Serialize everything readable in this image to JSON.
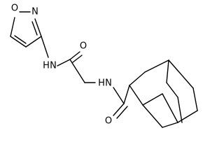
{
  "molecule": {
    "atoms": {
      "O_ring": "O",
      "N_ring": "N",
      "N_amide1": "N",
      "H_amide1": "H",
      "O_carbonyl1": "O",
      "N_amide2": "N",
      "H_amide2": "H",
      "O_carbonyl2": "O"
    }
  }
}
